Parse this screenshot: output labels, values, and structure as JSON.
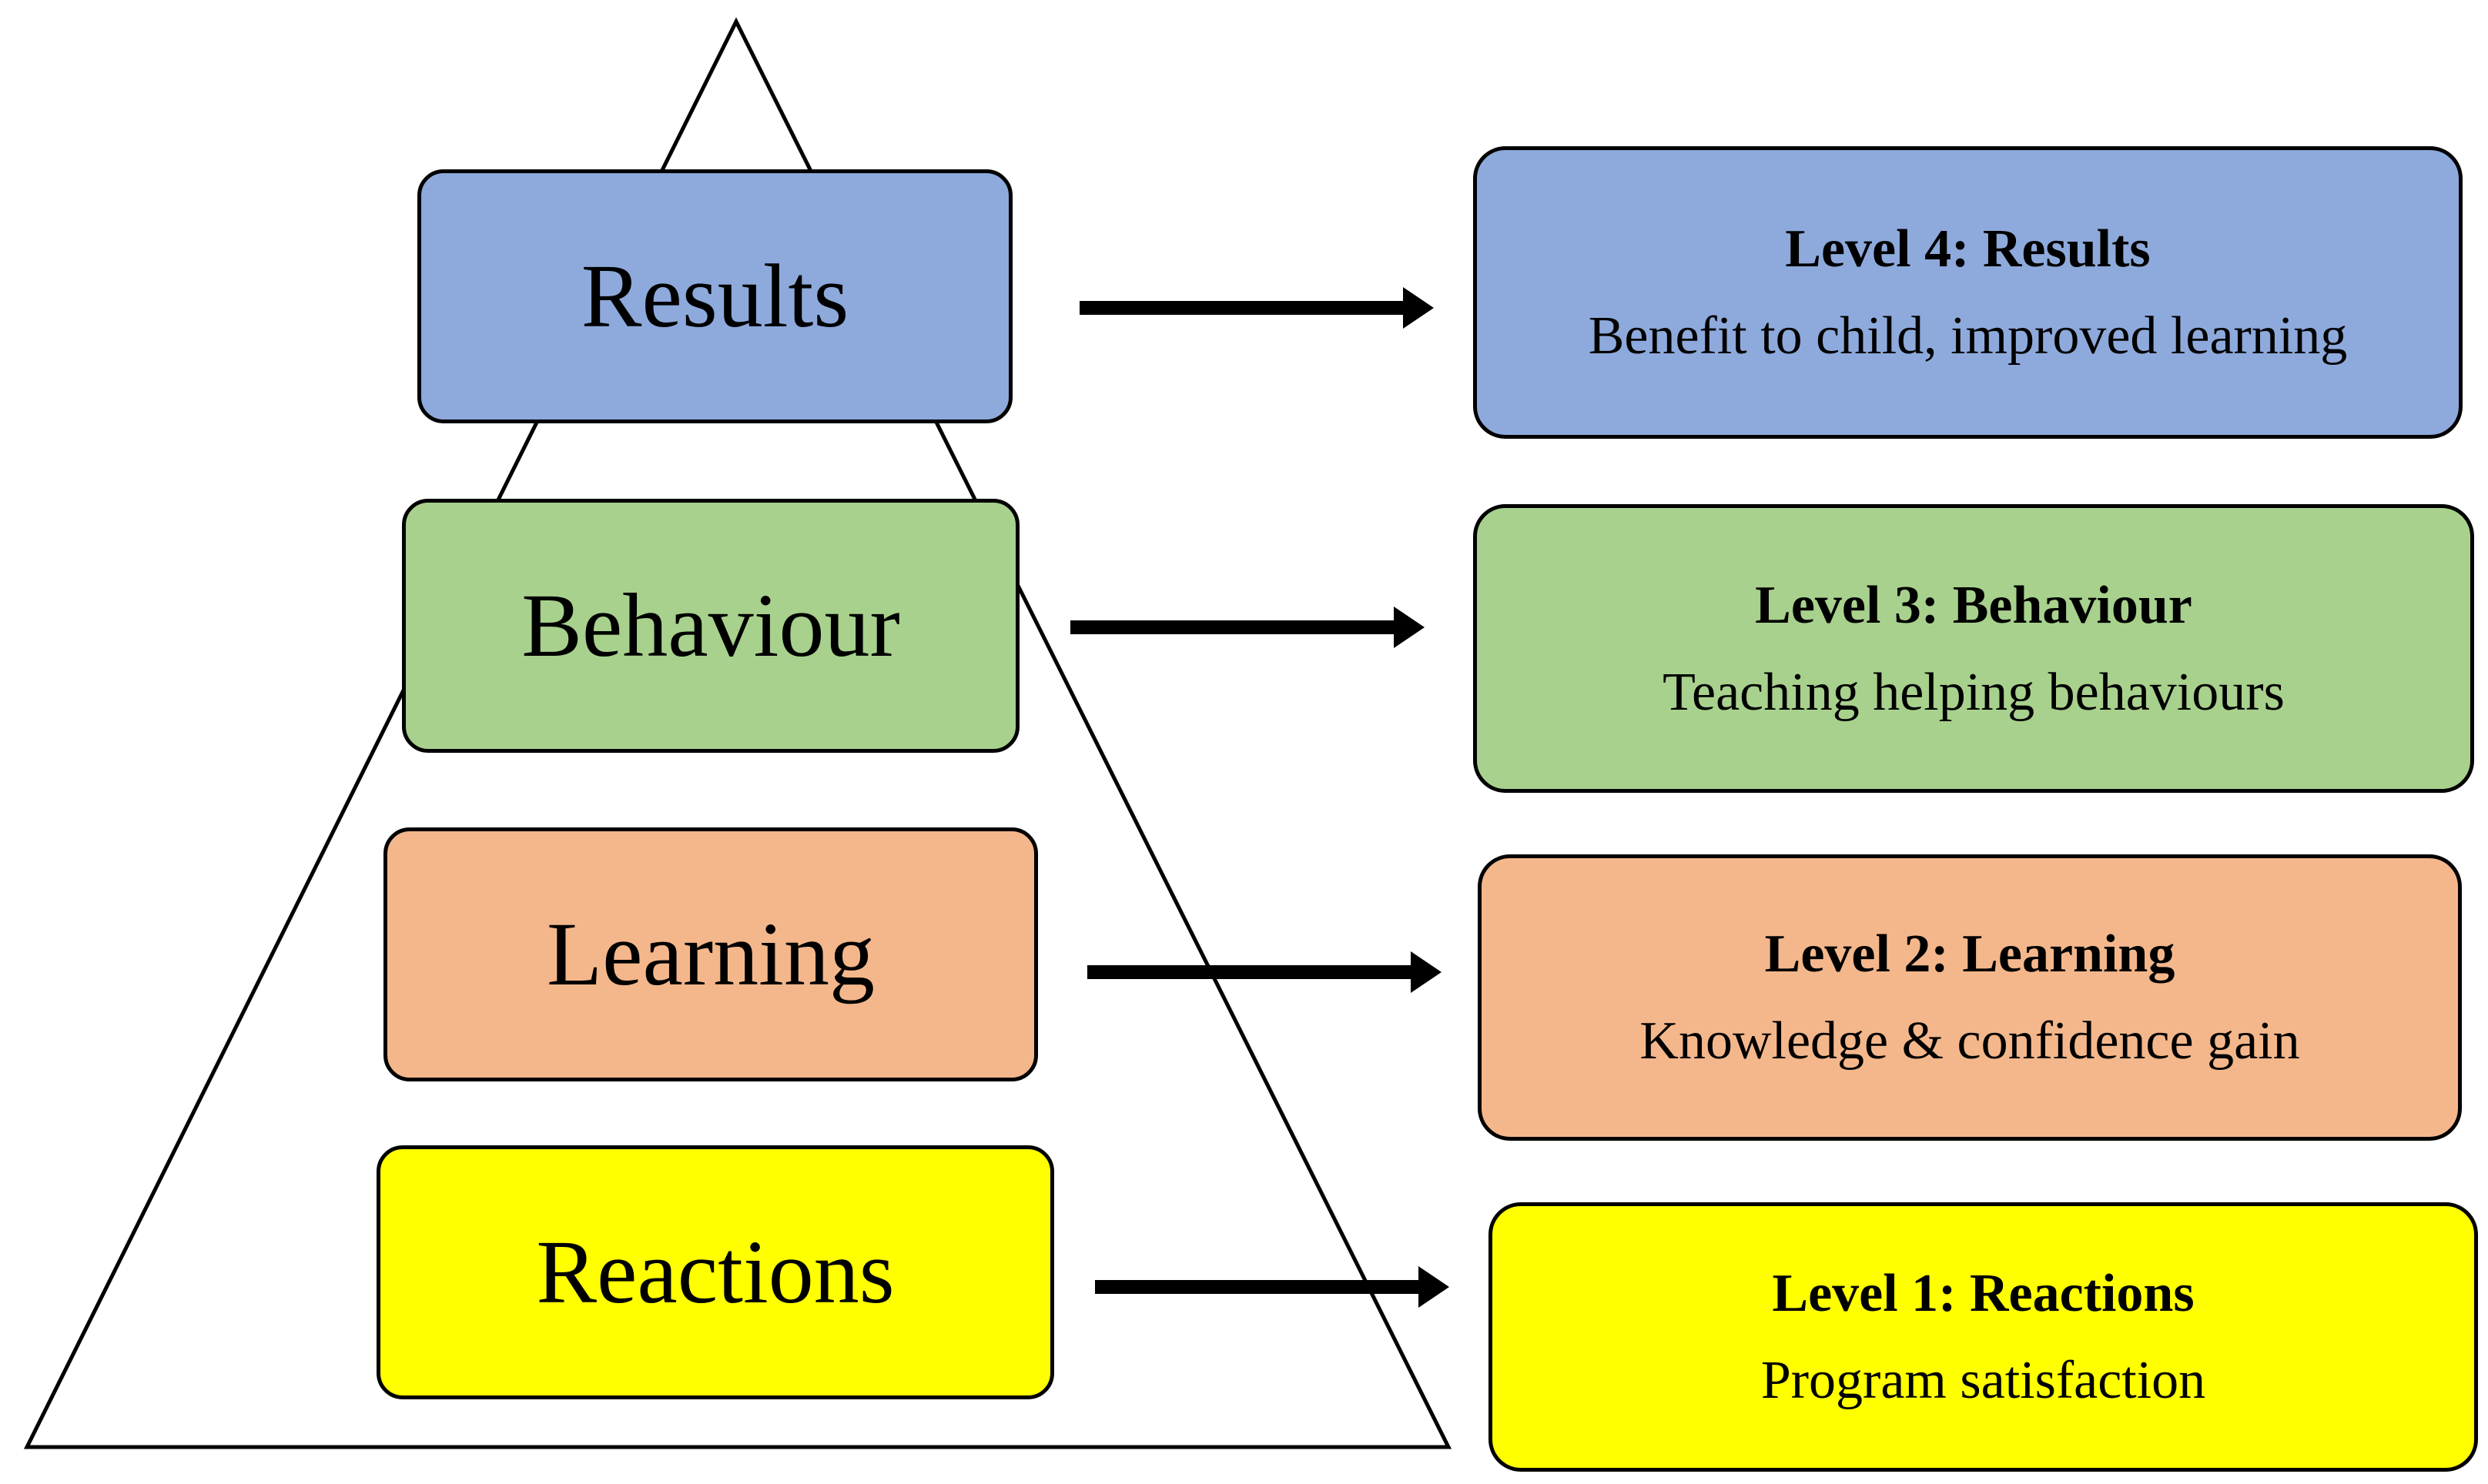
{
  "colors": {
    "results": "#8eaadc",
    "behaviour": "#a8d18d",
    "learning": "#f4b78b",
    "reactions": "#ffff00",
    "outline": "#000000"
  },
  "pyramid": {
    "levels": [
      {
        "label": "Results"
      },
      {
        "label": "Behaviour"
      },
      {
        "label": "Learning"
      },
      {
        "label": "Reactions"
      }
    ]
  },
  "levels": [
    {
      "title": "Level 4: Results",
      "description": "Benefit to child, improved learning"
    },
    {
      "title": "Level 3: Behaviour",
      "description": "Teaching helping behaviours"
    },
    {
      "title": "Level 2: Learning",
      "description": "Knowledge & confidence gain"
    },
    {
      "title": "Level 1: Reactions",
      "description": "Program satisfaction"
    }
  ]
}
